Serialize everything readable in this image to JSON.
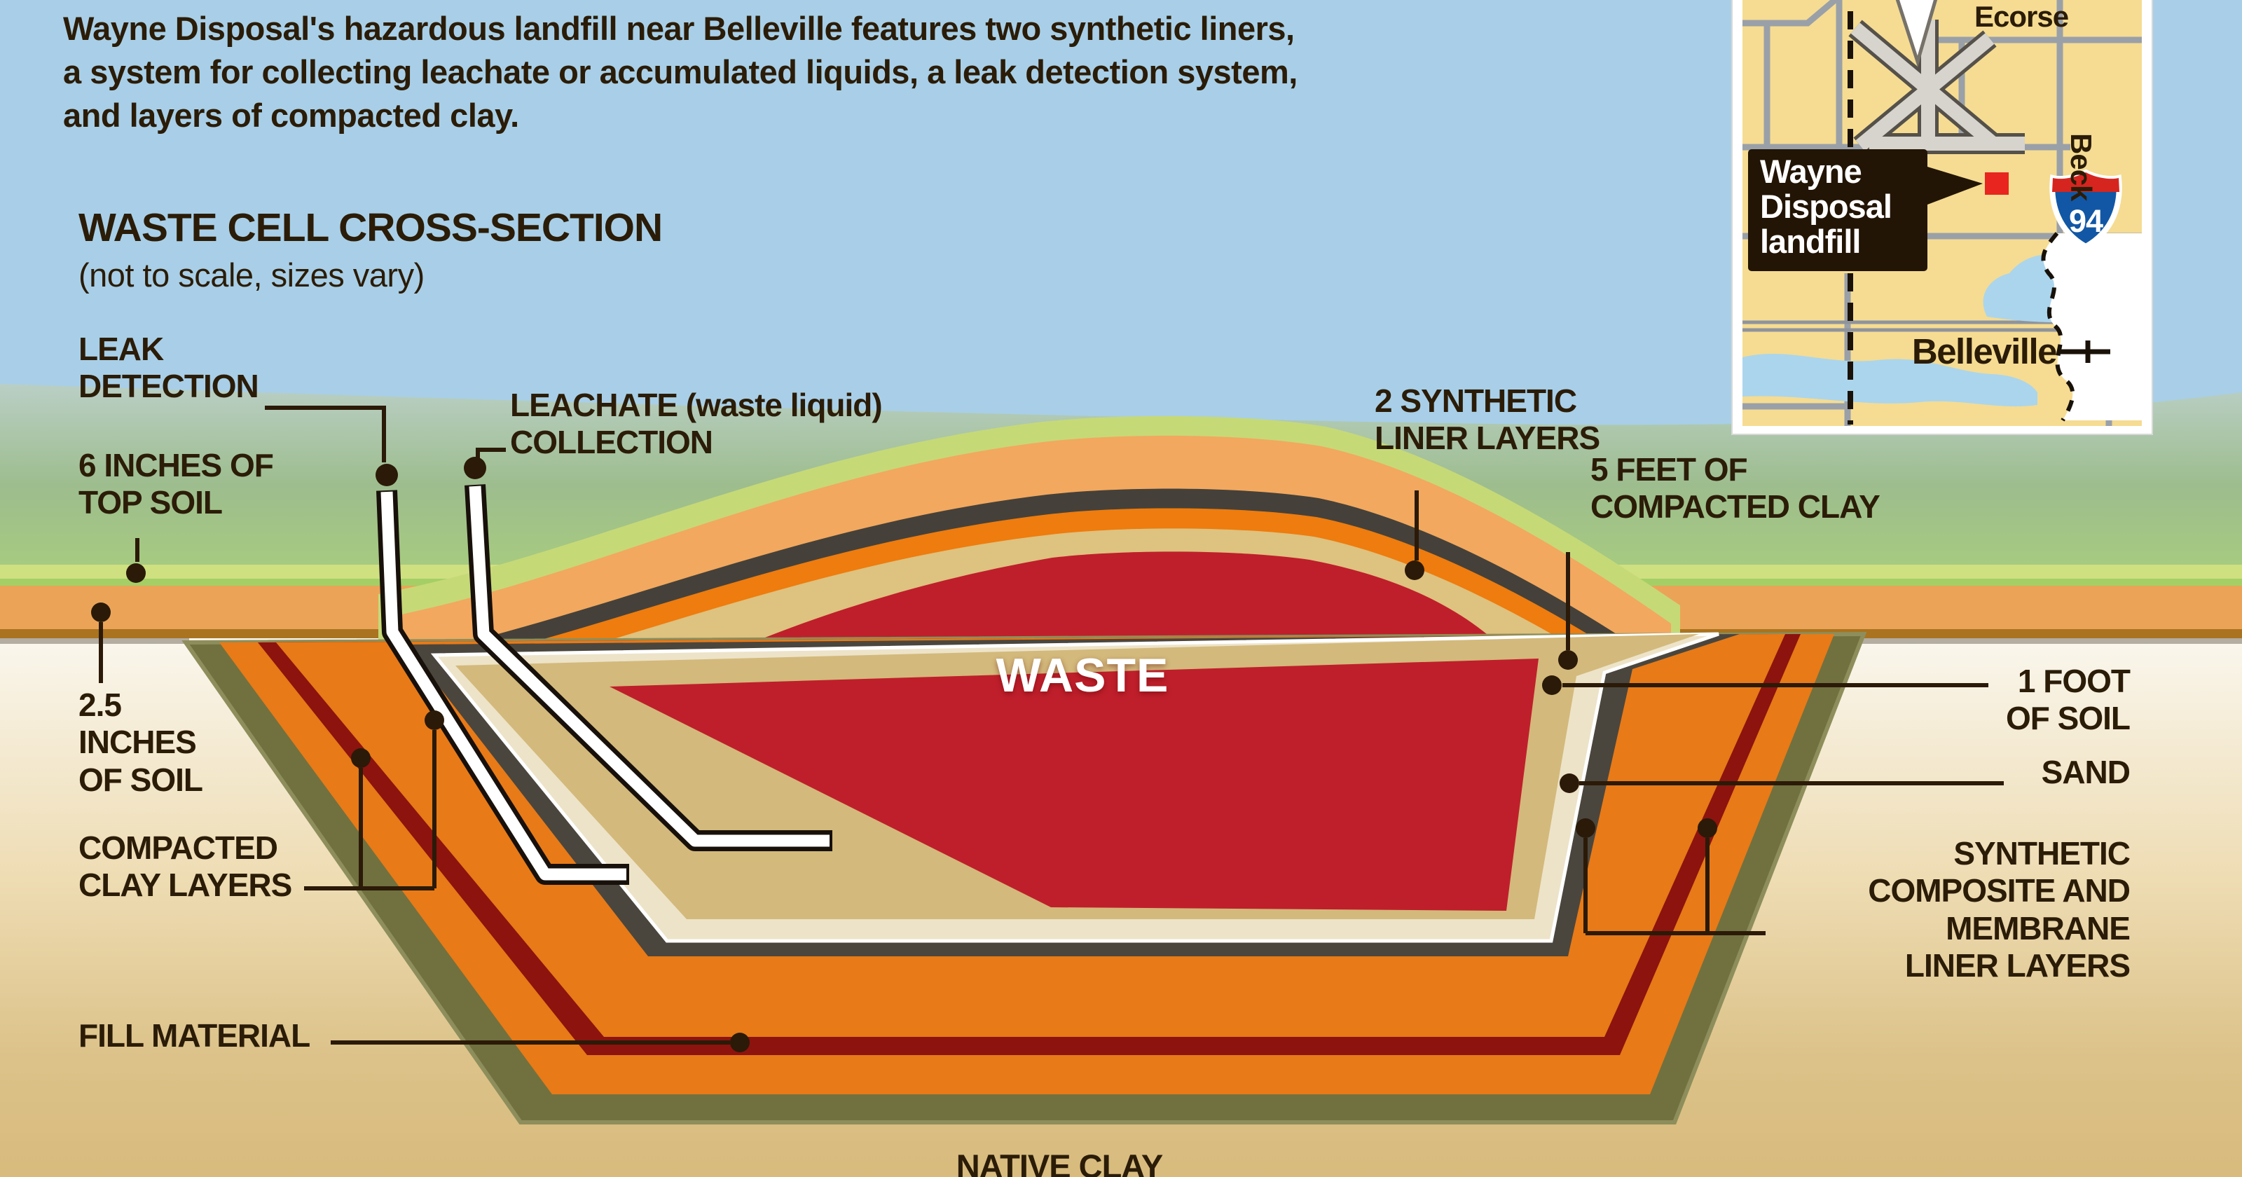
{
  "intro": {
    "lines": [
      "Wayne Disposal's hazardous landfill near Belleville features two synthetic liners,",
      "a system for collecting leachate or accumulated liquids, a leak detection system,",
      "and layers of compacted clay."
    ]
  },
  "header": {
    "title": "WASTE CELL CROSS-SECTION",
    "subtitle": "(not to scale, sizes vary)"
  },
  "labels": {
    "leak_detection": [
      "LEAK",
      "DETECTION"
    ],
    "top_soil": [
      "6 INCHES OF",
      "TOP SOIL"
    ],
    "leachate": [
      "LEACHATE (waste liquid)",
      "COLLECTION"
    ],
    "soil_2_5": [
      "2.5",
      "INCHES",
      "OF SOIL"
    ],
    "compacted_clay": [
      "COMPACTED",
      "CLAY LAYERS"
    ],
    "fill_material": "FILL MATERIAL",
    "waste": "WASTE",
    "synthetic_liners": [
      "2 SYNTHETIC",
      "LINER LAYERS"
    ],
    "compacted_clay_5ft": [
      "5 FEET OF",
      "COMPACTED CLAY"
    ],
    "soil_1ft": [
      "1 FOOT",
      "OF SOIL"
    ],
    "sand": "SAND",
    "composite_liner": [
      "SYNTHETIC",
      "COMPOSITE AND",
      "MEMBRANE",
      "LINER LAYERS"
    ],
    "native_clay": "NATIVE CLAY"
  },
  "map": {
    "callout": [
      "Wayne",
      "Disposal",
      "landfill"
    ],
    "road_ecorse": "Ecorse",
    "road_beck": "Beck",
    "city": "Belleville",
    "interstate": "94"
  },
  "colors": {
    "sky": "#a8cfe7",
    "waste_red": "#bf1f2b",
    "liner_orange": "#e87a17",
    "liner_stripe": "#8c130e",
    "liner_gray": "#4a463e",
    "liner_cream": "#ede3c8",
    "liner_khaki": "#d3b97b",
    "olive": "#70713f",
    "native_tan": "#d8bb7d",
    "map_bg": "#f5dc92",
    "interstate_blue": "#1157a5",
    "interstate_red": "#d6251f",
    "callout_bg": "#231505",
    "site_marker_red": "#e8251f"
  }
}
